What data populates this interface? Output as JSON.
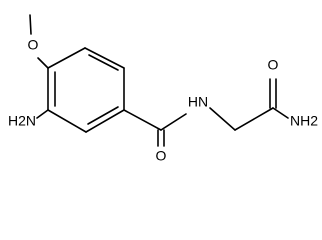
{
  "molecule": {
    "atoms": {
      "o_methoxy": "O",
      "h2n_ring": "H2N",
      "nh_amide": "HN",
      "o_amide": "O",
      "o_terminal": "O",
      "nh2_terminal": "NH2"
    }
  },
  "colors": {
    "bond": "#000000",
    "label": "#000000",
    "background": "#ffffff"
  }
}
